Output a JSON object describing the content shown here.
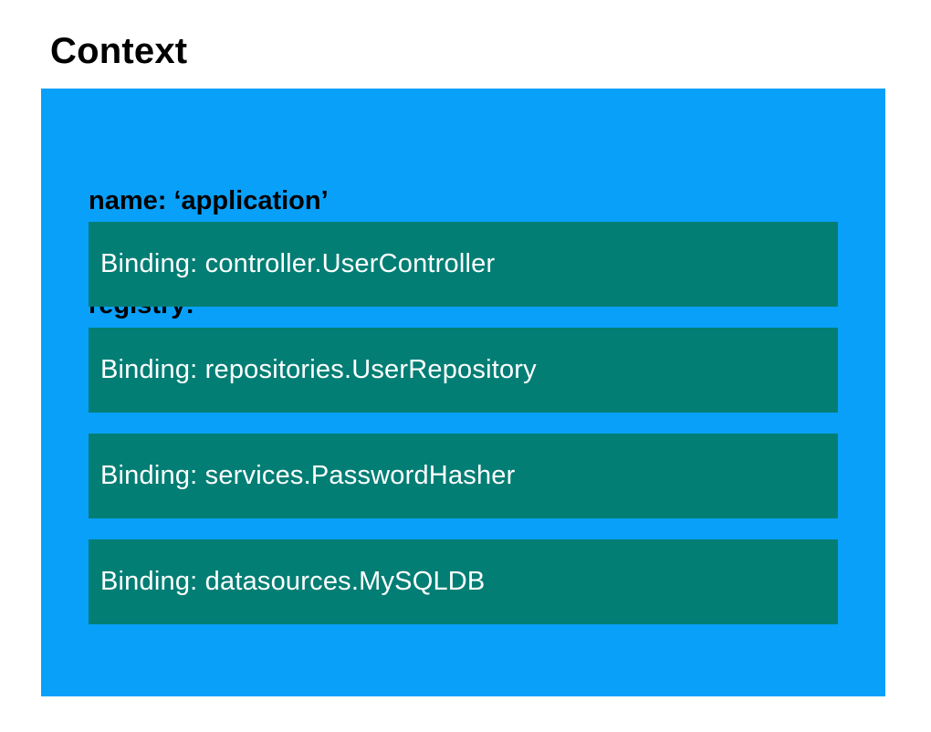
{
  "page": {
    "title": "Context"
  },
  "context": {
    "name_line": "name: ‘application’",
    "registry_line": "registry:"
  },
  "bindings": [
    "Binding: controller.UserController",
    "Binding: repositories.UserRepository",
    "Binding: services.PasswordHasher",
    "Binding: datasources.MySQLDB"
  ],
  "colors": {
    "context_bg": "#09a0fa",
    "binding_bg": "#027e74",
    "binding_text": "#ffffff",
    "title_color": "#000000",
    "page_bg": "#ffffff"
  }
}
